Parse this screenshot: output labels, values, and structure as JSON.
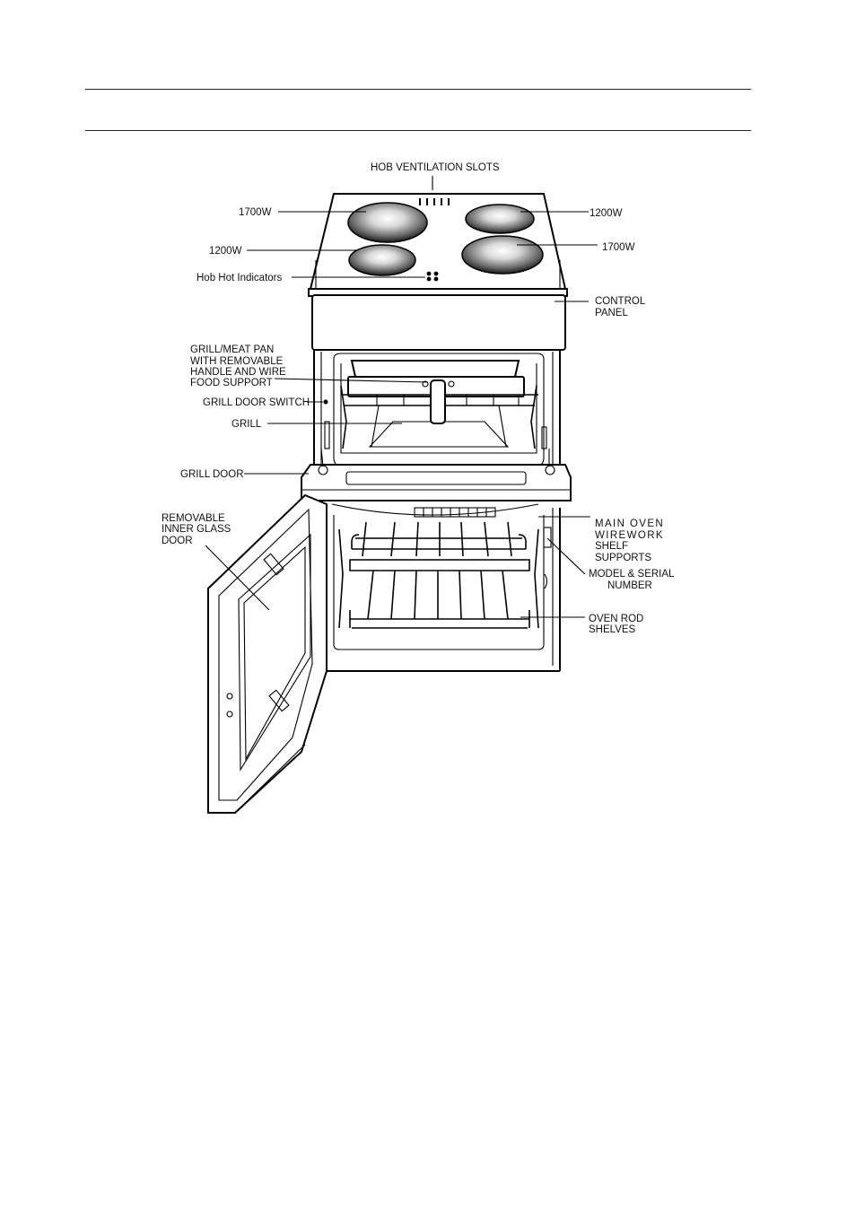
{
  "labels": {
    "hob_ventilation_slots": "HOB VENTILATION SLOTS",
    "left_rear_plate": "1700W",
    "right_rear_plate": "1200W",
    "left_front_plate": "1200W",
    "right_front_plate": "1700W",
    "hob_hot_indicators": "Hob Hot Indicators",
    "control_panel_1": "CONTROL",
    "control_panel_2": "PANEL",
    "grill_pan_1": "GRILL/MEAT PAN",
    "grill_pan_2": "WITH REMOVABLE",
    "grill_pan_3": "HANDLE AND WIRE",
    "grill_pan_4": "FOOD SUPPORT",
    "grill_door_switch": "GRILL DOOR SWITCH",
    "grill": "GRILL",
    "grill_door": "GRILL DOOR",
    "inner_glass_1": "REMOVABLE",
    "inner_glass_2": "INNER GLASS",
    "inner_glass_3": "DOOR",
    "shelf_supports_1": "MAIN OVEN",
    "shelf_supports_2": "WIREWORK",
    "shelf_supports_3": "SHELF",
    "shelf_supports_4": "SUPPORTS",
    "model_serial_1": "MODEL & SERIAL",
    "model_serial_2": "NUMBER",
    "oven_rod_1": "OVEN ROD",
    "oven_rod_2": "SHELVES"
  }
}
